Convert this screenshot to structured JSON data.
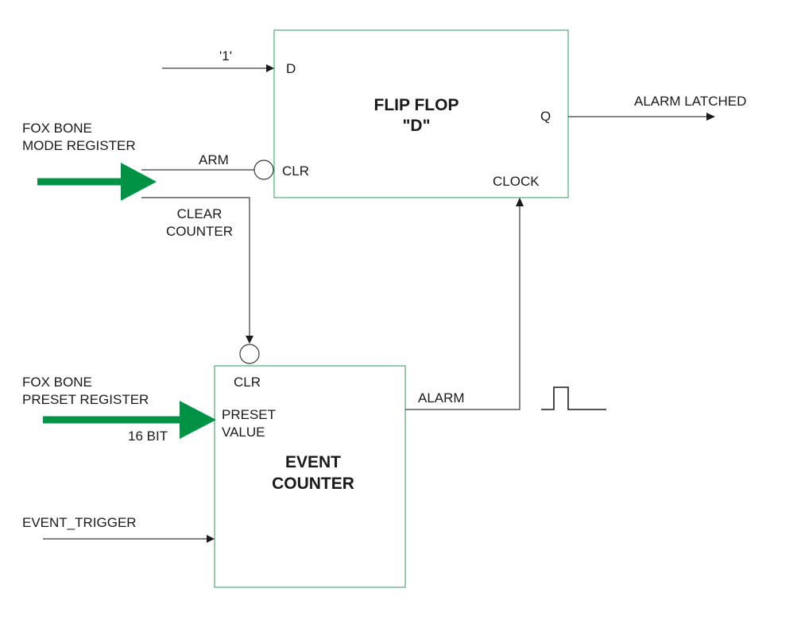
{
  "colors": {
    "bus": "#009245",
    "box_border": "#2e9a5a",
    "wire": "#3a3a3a",
    "text": "#1a1a1a"
  },
  "flipflop": {
    "title_line1": "FLIP FLOP",
    "title_line2": "\"D\"",
    "pin_d": "D",
    "pin_q": "Q",
    "pin_clr": "CLR",
    "pin_clock": "CLOCK"
  },
  "counter": {
    "title_line1": "EVENT",
    "title_line2": "COUNTER",
    "pin_clr": "CLR",
    "pin_preset_line1": "PRESET",
    "pin_preset_line2": "VALUE"
  },
  "signals": {
    "d_input": "'1'",
    "output": "ALARM LATCHED",
    "mode_register_line1": "FOX BONE",
    "mode_register_line2": "MODE REGISTER",
    "arm": "ARM",
    "clear_counter_line1": "CLEAR",
    "clear_counter_line2": "COUNTER",
    "preset_register_line1": "FOX BONE",
    "preset_register_line2": "PRESET REGISTER",
    "bus_width": "16 BIT",
    "event_trigger": "EVENT_TRIGGER",
    "alarm": "ALARM"
  }
}
